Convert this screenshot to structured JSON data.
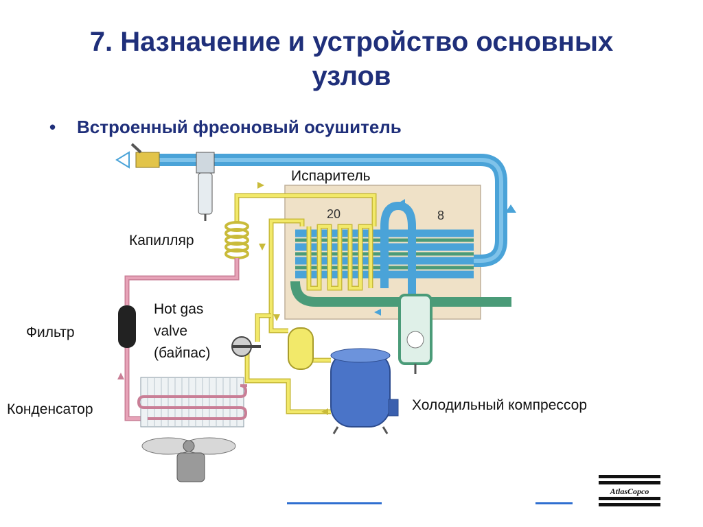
{
  "slide": {
    "title_line1": "7. Назначение и устройство основных",
    "title_line2": "узлов",
    "bullet_symbol": "•",
    "bullet_text": "Встроенный фреоновый осушитель"
  },
  "diagram": {
    "labels": {
      "evaporator": "Испаритель",
      "capillary": "Капилляр",
      "filter": "Фильтр",
      "hot_gas_valve": [
        "Hot gas",
        "valve",
        "(байпас)"
      ],
      "condenser": "Конденсатор",
      "compressor": "Холодильный компрессор"
    },
    "temperatures": {
      "air_inlet": "20",
      "pressure_dewpoint": "8"
    },
    "colors": {
      "air_line": "#4aa3d8",
      "freon_line_yellow": "#f2e96a",
      "freon_line_pink": "#e7a3b8",
      "evaporator_box": "#efe1c7",
      "drain_green": "#4a9b78",
      "compressor": "#4a74c8"
    }
  },
  "brand": {
    "logo_text": "AtlasCopco"
  }
}
